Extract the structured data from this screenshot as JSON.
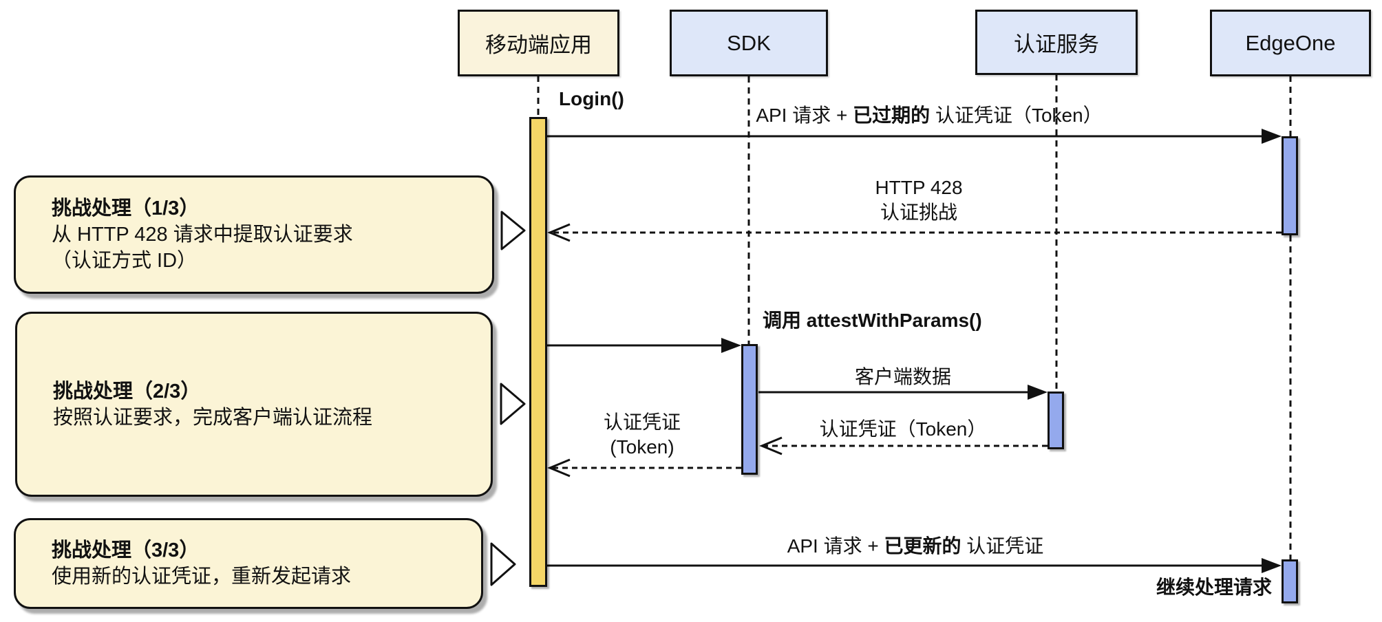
{
  "actors": [
    {
      "id": "mobile-app",
      "label": "移动端应用"
    },
    {
      "id": "sdk",
      "label": "SDK"
    },
    {
      "id": "auth-service",
      "label": "认证服务"
    },
    {
      "id": "edgeone",
      "label": "EdgeOne"
    }
  ],
  "messages": {
    "login": "Login()",
    "api_request_expired": {
      "prefix": "API 请求 + ",
      "bold": "已过期的",
      "suffix": " 认证凭证（Token）"
    },
    "http_428_line1": "HTTP 428",
    "http_428_line2": "认证挑战",
    "call_attest": "调用 attestWithParams()",
    "client_data": "客户端数据",
    "token_from_auth": "认证凭证（Token）",
    "token_to_app_line1": "认证凭证",
    "token_to_app_line2": "(Token)",
    "api_request_updated": {
      "prefix": "API 请求 + ",
      "bold": "已更新的",
      "suffix": " 认证凭证"
    },
    "continue_processing": "继续处理请求"
  },
  "notes": [
    {
      "title": "挑战处理（1/3）",
      "lines": [
        "从 HTTP 428 请求中提取认证要求",
        "（认证方式 ID）"
      ]
    },
    {
      "title": "挑战处理（2/3）",
      "lines": [
        "按照认证要求，完成客户端认证流程"
      ]
    },
    {
      "title": "挑战处理（3/3）",
      "lines": [
        "使用新的认证凭证，重新发起请求"
      ]
    }
  ],
  "colors": {
    "app_fill": "#FAF3DC",
    "service_fill": "#DEE7F9",
    "activation_app": "#F5D667",
    "activation_service": "#94A9ED",
    "note_fill": "#FBF4D6",
    "line": "#111111"
  }
}
